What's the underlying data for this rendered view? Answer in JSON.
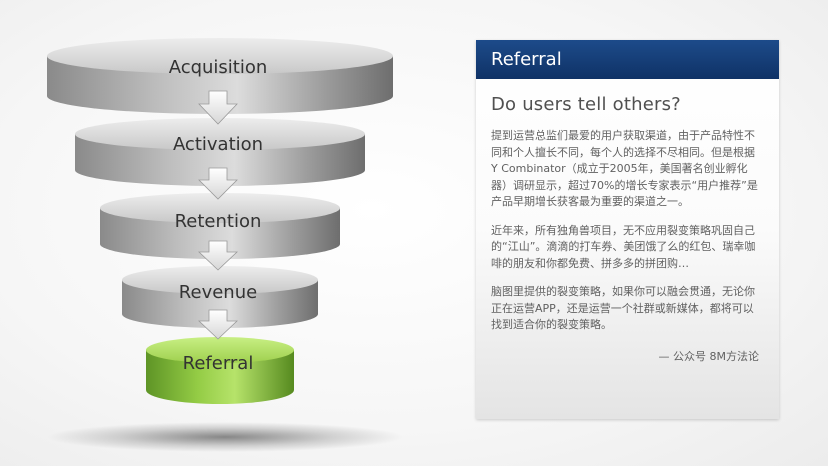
{
  "funnel": {
    "stages": [
      {
        "label": "Acquisition",
        "color": "#b3b3b3"
      },
      {
        "label": "Activation",
        "color": "#b3b3b3"
      },
      {
        "label": "Retention",
        "color": "#b3b3b3"
      },
      {
        "label": "Revenue",
        "color": "#b3b3b3"
      },
      {
        "label": "Referral",
        "color": "#8bc63f"
      }
    ]
  },
  "panel": {
    "header": "Referral",
    "subtitle": "Do users tell others?",
    "paragraphs": [
      "提到运营总监们最爱的用户获取渠道，由于产品特性不同和个人擅长不同，每个人的选择不尽相同。但是根据Y Combinator（成立于2005年，美国著名创业孵化器）调研显示，超过70%的增长专家表示“用户推荐”是产品早期增长获客最为重要的渠道之一。",
      "近年来，所有独角兽项目，无不应用裂变策略巩固自己的“江山”。滴滴的打车券、美团饿了么的红包、瑞幸咖啡的朋友和你都免费、拼多多的拼团购…",
      "脑图里提供的裂变策略，如果你可以融会贯通，无论你正在运营APP，还是运营一个社群或新媒体，都将可以找到适合你的裂变策略。"
    ],
    "signature": "— 公众号 8M方法论",
    "header_color": "#163f7a"
  }
}
